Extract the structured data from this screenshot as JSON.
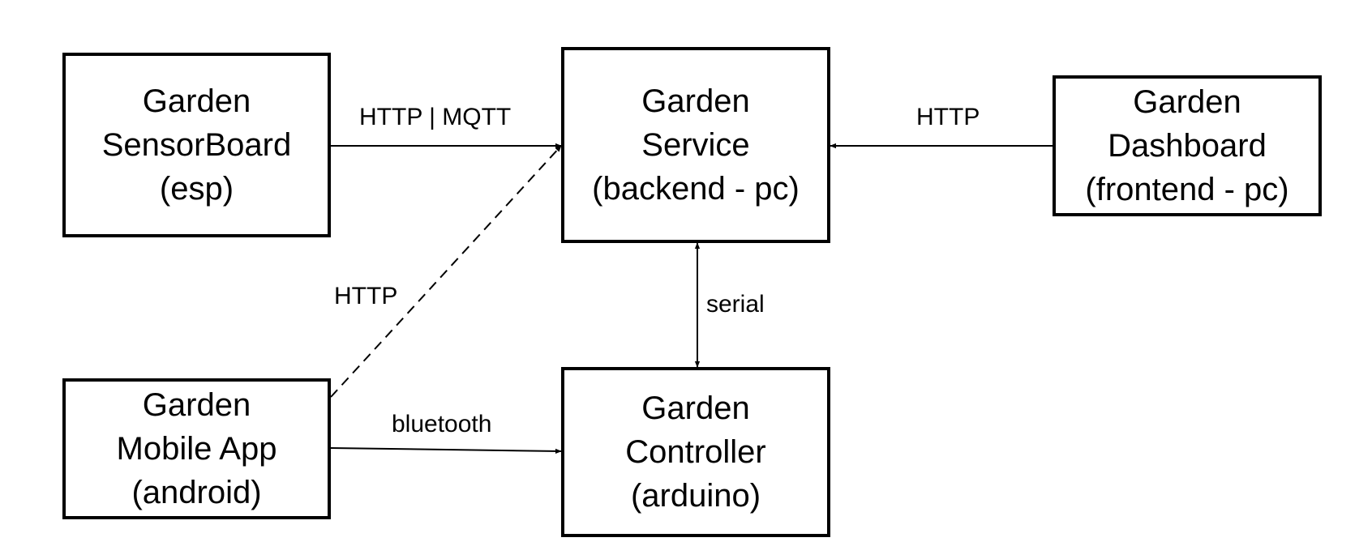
{
  "nodes": {
    "sensorboard": {
      "lines": [
        "Garden",
        "SensorBoard",
        "(esp)"
      ]
    },
    "service": {
      "lines": [
        "Garden",
        "Service",
        "(backend - pc)"
      ]
    },
    "dashboard": {
      "lines": [
        "Garden",
        "Dashboard",
        "(frontend - pc)"
      ]
    },
    "mobile": {
      "lines": [
        "Garden",
        "Mobile App",
        "(android)"
      ]
    },
    "controller": {
      "lines": [
        "Garden",
        "Controller",
        "(arduino)"
      ]
    }
  },
  "edges": {
    "sensor_to_service": {
      "label": "HTTP | MQTT"
    },
    "dashboard_to_service": {
      "label": "HTTP"
    },
    "mobile_to_service": {
      "label": "HTTP",
      "style": "dashed"
    },
    "service_controller": {
      "label": "serial"
    },
    "mobile_to_controller": {
      "label": "bluetooth"
    }
  }
}
